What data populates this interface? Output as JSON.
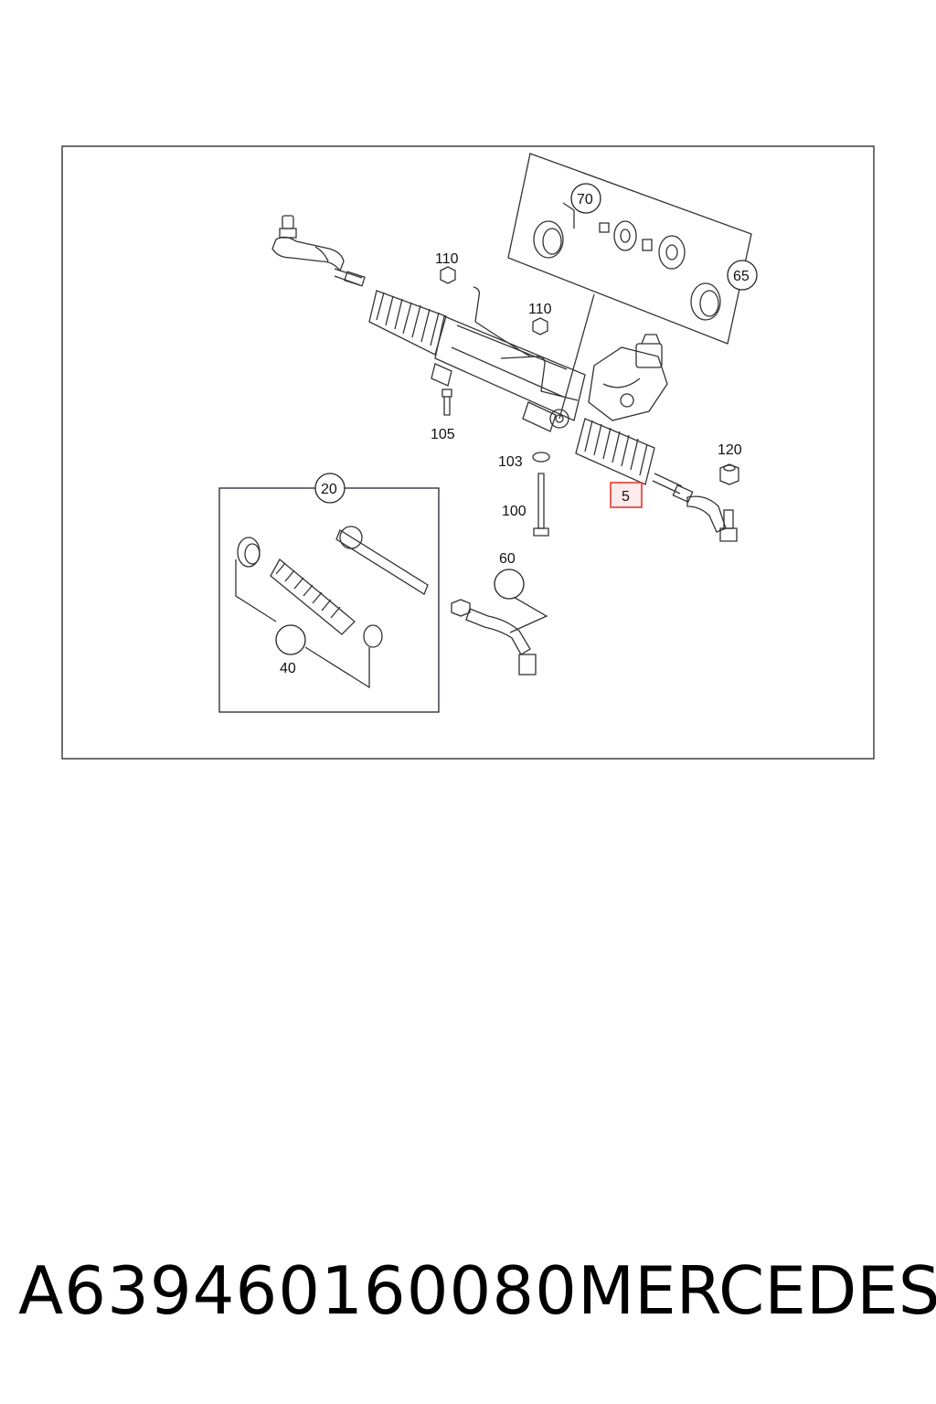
{
  "callouts": {
    "c5": "5",
    "c20": "20",
    "c40": "40",
    "c60": "60",
    "c65": "65",
    "c70": "70",
    "c100": "100",
    "c103": "103",
    "c105": "105",
    "c110a": "110",
    "c110b": "110",
    "c120": "120"
  },
  "highlight_color": "#e53935",
  "footer": {
    "part_number": "A639460160080",
    "brand": "MERCEDES"
  }
}
